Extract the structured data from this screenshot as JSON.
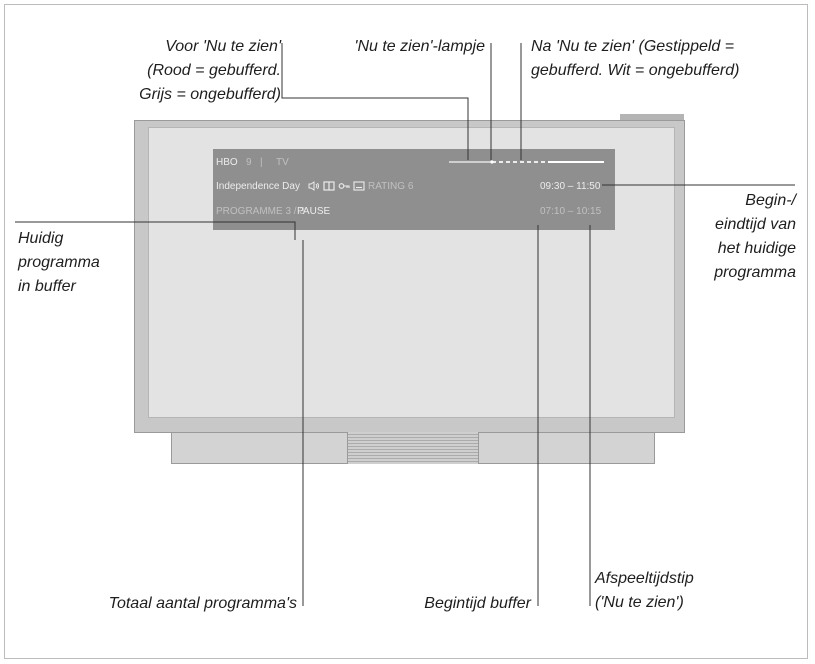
{
  "callouts": {
    "voor_nu": [
      "Voor 'Nu te zien'",
      "(Rood = gebufferd.",
      "Grijs = ongebufferd)"
    ],
    "lampje": "'Nu te zien'-lampje",
    "na_nu": [
      "Na 'Nu te zien' (Gestippeld =",
      "gebufferd. Wit = ongebufferd)"
    ],
    "huidig": [
      "Huidig",
      "programma",
      "in buffer"
    ],
    "begin_eind": [
      "Begin-/",
      "eindtijd van",
      "het huidige",
      "programma"
    ],
    "totaal": "Totaal aantal programma's",
    "begintijd_buffer": "Begintijd buffer",
    "afspeeltijdstip": [
      "Afspeeltijdstip",
      "('Nu te zien')"
    ]
  },
  "osd": {
    "channel": "HBO",
    "channel_number": "9",
    "separator": "|",
    "source": "TV",
    "programme_title": "Independence Day",
    "rating": "RATING 6",
    "programme_time": "09:30  –  11:50",
    "programme_count": "PROGRAMME 3 / 3",
    "mode": "PAUSE",
    "buffer_time": "07:10  –  10:15",
    "icons": [
      "speaker-icon",
      "dual-screen-icon",
      "key-icon",
      "subtitle-icon"
    ]
  }
}
